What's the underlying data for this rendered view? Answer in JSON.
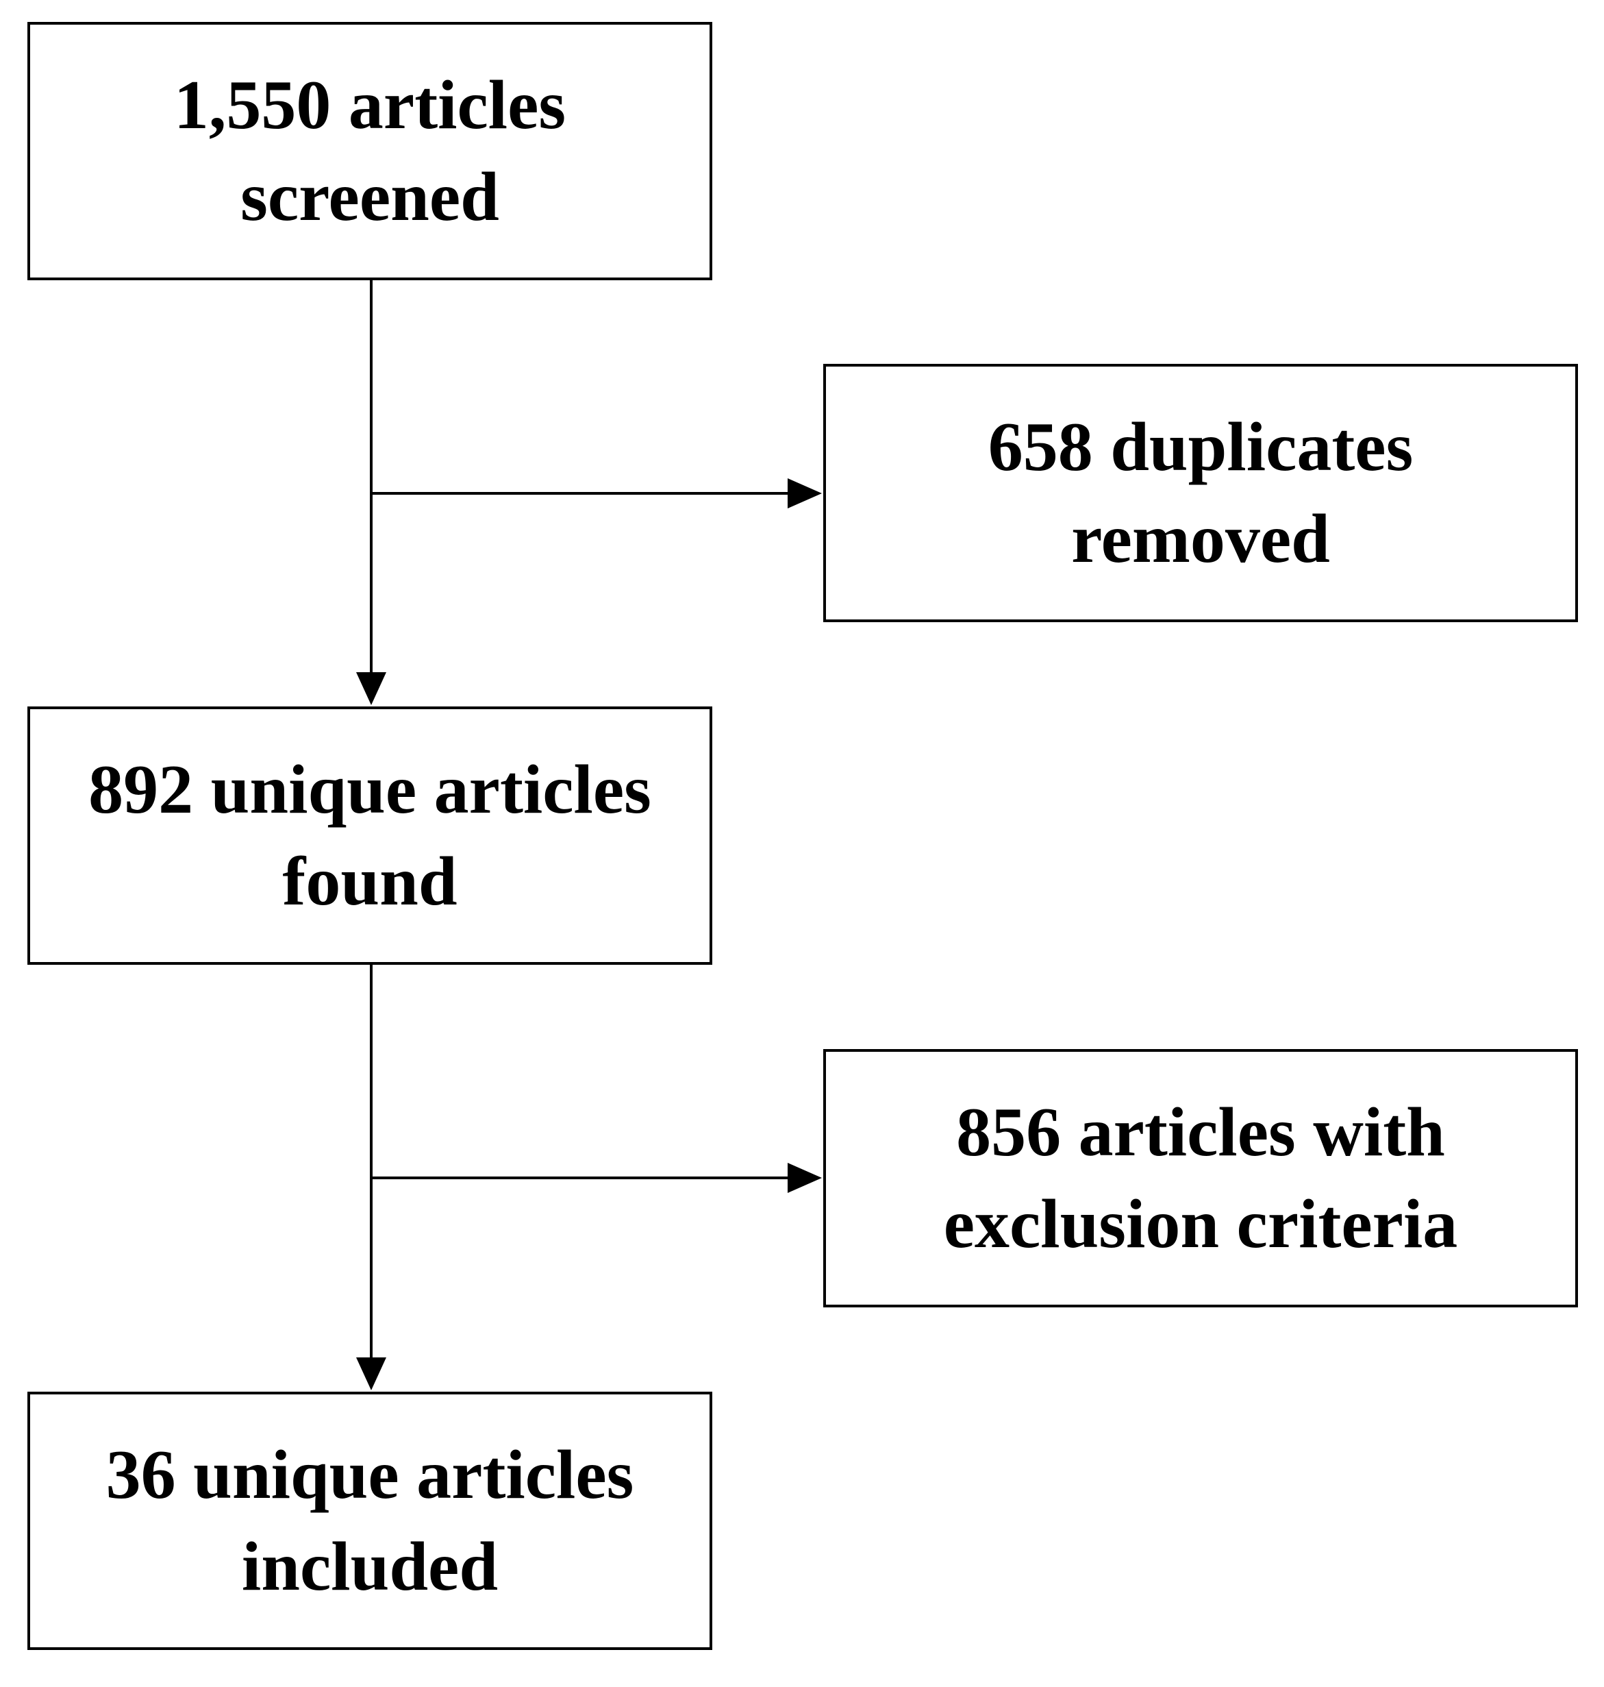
{
  "boxes": {
    "screened": {
      "line1": "1,550 articles",
      "line2": "screened"
    },
    "duplicates": {
      "line1": "658 duplicates",
      "line2": "removed"
    },
    "unique": {
      "line1": "892 unique articles",
      "line2": "found"
    },
    "excluded": {
      "line1": "856 articles with",
      "line2": "exclusion criteria"
    },
    "included": {
      "line1": "36 unique articles",
      "line2": "included"
    }
  },
  "colors": {
    "stroke": "#000000",
    "background": "#ffffff"
  }
}
